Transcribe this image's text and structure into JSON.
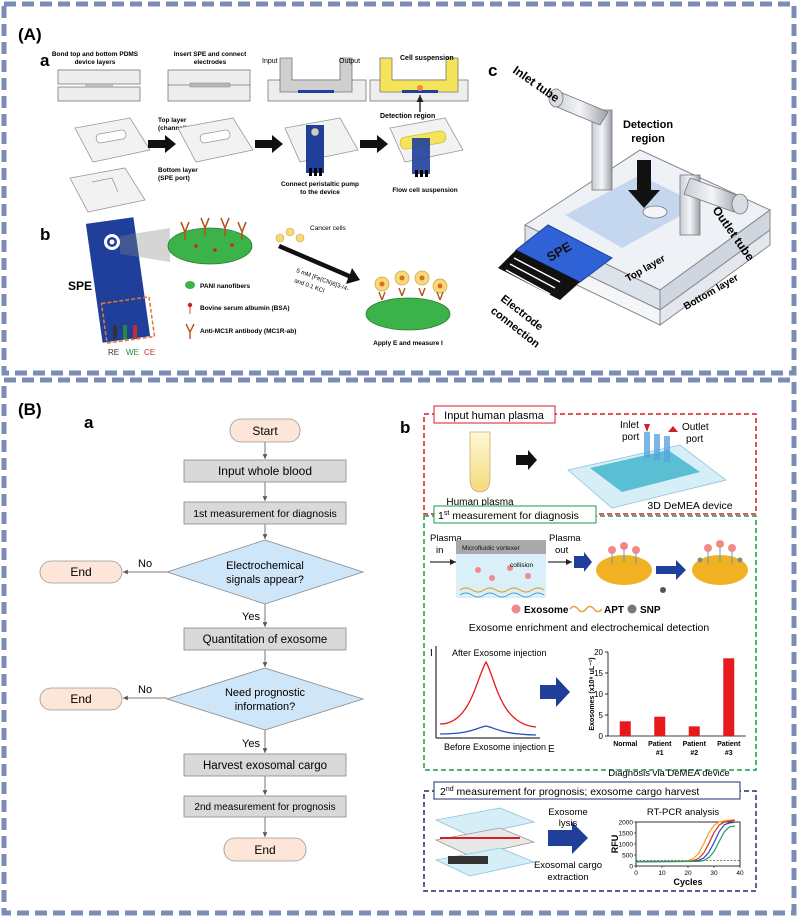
{
  "panelA": {
    "label": "(A)",
    "a": {
      "label": "a",
      "step1": "Bond top and bottom PDMS",
      "step1b": "device layers",
      "step2": "Insert SPE and connect",
      "step2b": "electrodes",
      "input": "Input",
      "output": "Output",
      "cell_suspension": "Cell suspension",
      "detection_region": "Detection region",
      "top_layer": "Top layer",
      "top_layer_b": "(channel)",
      "bottom_layer": "Bottom layer",
      "bottom_layer_b": "(SPE port)",
      "connect_pump": "Connect peristaltic pump",
      "connect_pump_b": "to the device",
      "flow_cell": "Flow cell suspension"
    },
    "b": {
      "label": "b",
      "spe": "SPE",
      "re": "RE",
      "we": "WE",
      "ce": "CE",
      "cancer_cells": "Cancer cells",
      "reagent1": "5 mM [Fe(CN)6]3-/4-",
      "reagent2": "and 0.1 KCl",
      "legend_pani": "PANI nanofibers",
      "legend_bsa": "Bovine serum albumin (BSA)",
      "legend_ab": "Anti-MC1R antibody (MC1R-ab)",
      "apply": "Apply E and measure I"
    },
    "c": {
      "label": "c",
      "inlet_tube": "Inlet tube",
      "detection": "Detection",
      "region": "region",
      "outlet_tube": "Outlet tube",
      "spe": "SPE",
      "top_layer": "Top layer",
      "bottom_layer": "Bottom layer",
      "electrode": "Electrode",
      "connection": "connection"
    }
  },
  "panelB": {
    "label": "(B)",
    "a": {
      "label": "a",
      "start": "Start",
      "input_blood": "Input whole blood",
      "first_measurement": "1st measurement for diagnosis",
      "decision1_l1": "Electrochemical",
      "decision1_l2": "signals appear?",
      "no1": "No",
      "end1": "End",
      "yes1": "Yes",
      "quantitation": "Quantitation of exosome",
      "decision2_l1": "Need prognostic",
      "decision2_l2": "information?",
      "no2": "No",
      "end2": "End",
      "yes2": "Yes",
      "harvest": "Harvest exosomal cargo",
      "second_measurement": "2nd measurement for prognosis",
      "end3": "End"
    },
    "b": {
      "label": "b",
      "input_plasma": "Input human plasma",
      "human_plasma": "Human plasma",
      "inlet": "Inlet",
      "port": "port",
      "outlet": "Outlet",
      "port2": "port",
      "device": "3D DeMEA device",
      "first_header_sup": "st",
      "first_header_num": "1",
      "first_header_rest": " measurement for diagnosis",
      "plasma_in_1": "Plasma",
      "plasma_in_2": "in",
      "plasma_out_1": "Plasma",
      "plasma_out_2": "out",
      "vortexer": "Microfluidic vortexer",
      "collision": "collision",
      "exosome": "Exosome",
      "apt": "APT",
      "snp": "SNP",
      "enrichment": "Exosome enrichment and electrochemical detection",
      "i_axis": "I",
      "e_axis": "E",
      "after": "After Exosome injection",
      "before": "Before Exosome injection",
      "diagnosis": "Diagnosis via DeMEA device",
      "second_header_num": "2",
      "second_header_sup": "nd",
      "second_header_rest": " measurement for prognosis; exosome cargo harvest",
      "exosome_lysis_1": "Exosome",
      "exosome_lysis_2": "lysis",
      "cargo_1": "Exosomal cargo",
      "cargo_2": "extraction",
      "rtpcr": "RT-PCR analysis",
      "rfu": "RFU",
      "cycles": "Cycles"
    }
  },
  "chart_data": [
    {
      "type": "bar",
      "ylabel": "Exosomes (x10⁸ uL⁻¹)",
      "categories": [
        "Normal",
        "Patient #1",
        "Patient #2",
        "Patient #3"
      ],
      "values": [
        3.5,
        4.6,
        2.3,
        18.5
      ],
      "ylim": [
        0,
        20
      ],
      "yticks": [
        "0",
        "5",
        "10",
        "15",
        "20"
      ],
      "color": "#e8191c"
    },
    {
      "type": "line",
      "title": "RT-PCR analysis",
      "xlabel": "Cycles",
      "ylabel": "RFU",
      "xlim": [
        0,
        40
      ],
      "ylim": [
        0,
        2000
      ],
      "xticks": [
        "0",
        "10",
        "20",
        "30",
        "40"
      ],
      "yticks": [
        "0",
        "500",
        "1000",
        "1500",
        "2000"
      ],
      "series": [
        {
          "color": "#f0a020",
          "x": [
            0,
            18,
            20,
            22,
            24,
            26,
            28,
            30,
            32,
            35,
            38
          ],
          "y": [
            200,
            210,
            240,
            330,
            560,
            1000,
            1500,
            1850,
            2000,
            2080,
            2100
          ]
        },
        {
          "color": "#e03020",
          "x": [
            0,
            20,
            22,
            24,
            26,
            28,
            30,
            32,
            34,
            37,
            38
          ],
          "y": [
            200,
            210,
            240,
            340,
            580,
            1020,
            1520,
            1860,
            2000,
            2060,
            2080
          ]
        },
        {
          "color": "#2050c0",
          "x": [
            0,
            22,
            24,
            26,
            28,
            30,
            32,
            34,
            36,
            38
          ],
          "y": [
            200,
            210,
            250,
            360,
            620,
            1060,
            1560,
            1880,
            1960,
            1990
          ]
        },
        {
          "color": "#20a060",
          "x": [
            0,
            24,
            26,
            28,
            30,
            32,
            34,
            36,
            38
          ],
          "y": [
            200,
            210,
            250,
            380,
            660,
            1120,
            1560,
            1780,
            1820
          ]
        }
      ]
    }
  ],
  "colors": {
    "frame": "#7b8db5",
    "red_box": "#d01f27",
    "green_box": "#1e9a4b",
    "navy_box": "#1f2e7a",
    "flow_box": "#d9d9d9",
    "terminal": "#fde6d8",
    "decision": "#cfe6f8",
    "spe_blue": "#1f3f9a"
  }
}
